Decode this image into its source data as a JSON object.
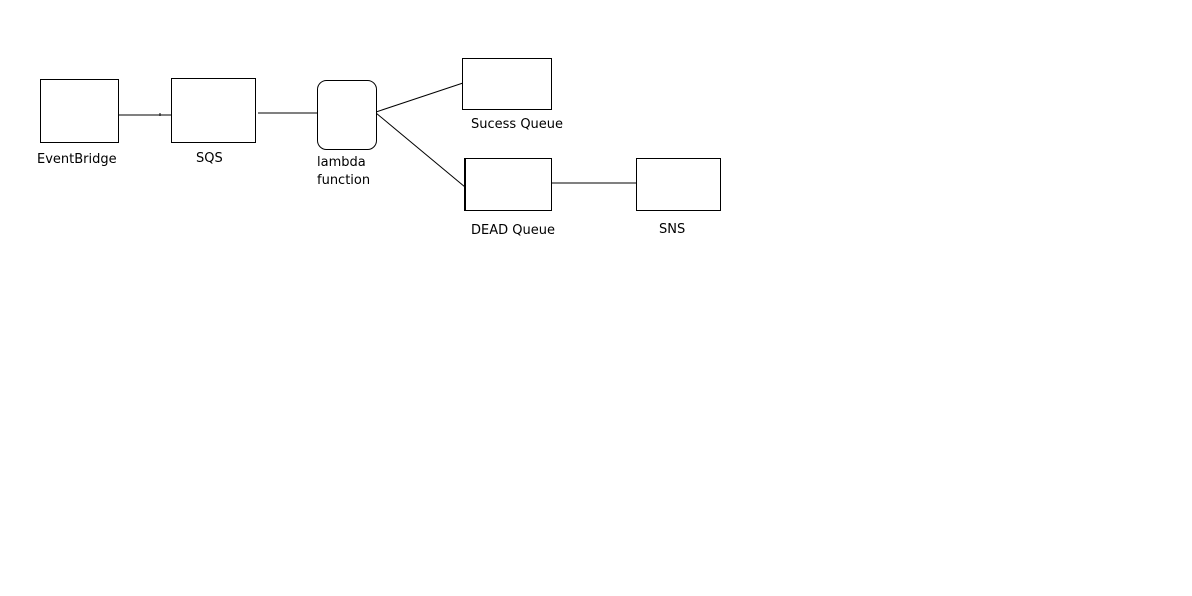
{
  "diagram": {
    "nodes": {
      "eventbridge": {
        "label": "EventBridge"
      },
      "sqs": {
        "label": "SQS"
      },
      "lambda": {
        "label_line1": "lambda",
        "label_line2": "function"
      },
      "success_queue": {
        "label": "Sucess Queue"
      },
      "dead_queue": {
        "label": "DEAD Queue"
      },
      "sns": {
        "label": "SNS"
      }
    },
    "edges": [
      {
        "from": "EventBridge",
        "to": "SQS"
      },
      {
        "from": "SQS",
        "to": "lambda function"
      },
      {
        "from": "lambda function",
        "to": "Sucess Queue"
      },
      {
        "from": "lambda function",
        "to": "DEAD Queue"
      },
      {
        "from": "DEAD Queue",
        "to": "SNS"
      }
    ],
    "colors": {
      "background": "#ffffff",
      "stroke": "#000000",
      "text": "#000000"
    }
  }
}
